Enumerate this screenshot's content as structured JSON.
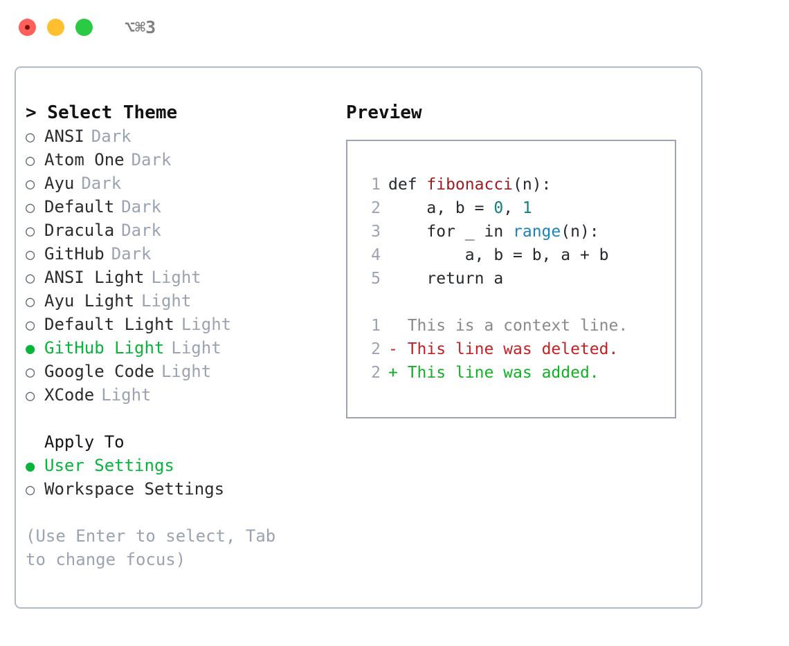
{
  "titlebar": {
    "shortcut": "⌥⌘3",
    "buttons": [
      {
        "name": "close",
        "color": "#fc6058"
      },
      {
        "name": "minimize",
        "color": "#fec02f"
      },
      {
        "name": "maximize",
        "color": "#2aca44"
      }
    ]
  },
  "left": {
    "heading": "> Select Theme",
    "markers": {
      "unselected": "○",
      "selected": "●"
    },
    "themes": [
      {
        "name": "ANSI",
        "variant": "Dark",
        "selected": false
      },
      {
        "name": "Atom One",
        "variant": "Dark",
        "selected": false
      },
      {
        "name": "Ayu",
        "variant": "Dark",
        "selected": false
      },
      {
        "name": "Default",
        "variant": "Dark",
        "selected": false
      },
      {
        "name": "Dracula",
        "variant": "Dark",
        "selected": false
      },
      {
        "name": "GitHub",
        "variant": "Dark",
        "selected": false
      },
      {
        "name": "ANSI Light",
        "variant": "Light",
        "selected": false
      },
      {
        "name": "Ayu Light",
        "variant": "Light",
        "selected": false
      },
      {
        "name": "Default Light",
        "variant": "Light",
        "selected": false
      },
      {
        "name": "GitHub Light",
        "variant": "Light",
        "selected": true
      },
      {
        "name": "Google Code",
        "variant": "Light",
        "selected": false
      },
      {
        "name": "XCode",
        "variant": "Light",
        "selected": false
      }
    ],
    "apply_to": {
      "title": "Apply To",
      "options": [
        {
          "label": "User Settings",
          "selected": true
        },
        {
          "label": "Workspace Settings",
          "selected": false
        }
      ]
    },
    "hint": "(Use Enter to select, Tab to change focus)"
  },
  "right": {
    "heading": "Preview",
    "code": [
      {
        "num": "1",
        "tokens": [
          {
            "text": "def ",
            "type": "kw"
          },
          {
            "text": "fibonacci",
            "type": "fn"
          },
          {
            "text": "(n):",
            "type": "plain"
          }
        ]
      },
      {
        "num": "2",
        "tokens": [
          {
            "text": "    a, b = ",
            "type": "plain"
          },
          {
            "text": "0",
            "type": "num"
          },
          {
            "text": ", ",
            "type": "plain"
          },
          {
            "text": "1",
            "type": "num"
          }
        ]
      },
      {
        "num": "3",
        "tokens": [
          {
            "text": "    for _ in ",
            "type": "plain"
          },
          {
            "text": "range",
            "type": "builtin"
          },
          {
            "text": "(n):",
            "type": "plain"
          }
        ]
      },
      {
        "num": "4",
        "tokens": [
          {
            "text": "        a, b = b, a + b",
            "type": "plain"
          }
        ]
      },
      {
        "num": "5",
        "tokens": [
          {
            "text": "    return a",
            "type": "plain"
          }
        ]
      }
    ],
    "diff": [
      {
        "num": "1",
        "marker": "  ",
        "text": "This is a context line.",
        "type": "context"
      },
      {
        "num": "2",
        "marker": "- ",
        "text": "This line was deleted.",
        "type": "deleted"
      },
      {
        "num": "2",
        "marker": "+ ",
        "text": "This line was added.",
        "type": "added"
      }
    ]
  },
  "colors": {
    "panel_border": "#b2bac6",
    "preview_border": "#9aa4b2",
    "accent_green": "#07b53b",
    "muted": "#9aa3b2",
    "fn_red": "#a01b20",
    "number_teal": "#127d7d",
    "builtin_blue": "#1a84b8",
    "diff_add": "#12b024",
    "diff_del": "#c32024",
    "diff_ctx": "#8a8a8a"
  }
}
